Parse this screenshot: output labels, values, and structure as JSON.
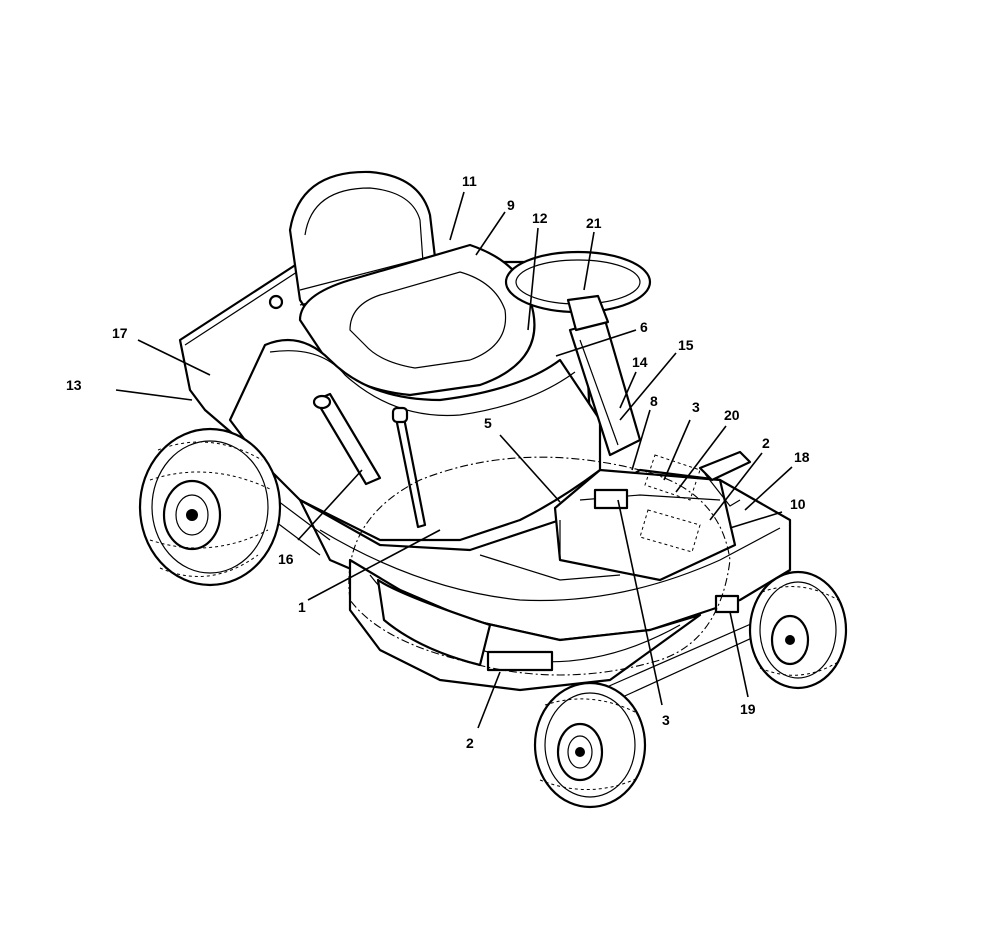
{
  "diagram": {
    "callouts": [
      {
        "id": "c1",
        "text": "1"
      },
      {
        "id": "c2a",
        "text": "2"
      },
      {
        "id": "c2b",
        "text": "2"
      },
      {
        "id": "c3a",
        "text": "3"
      },
      {
        "id": "c3b",
        "text": "3"
      },
      {
        "id": "c5",
        "text": "5"
      },
      {
        "id": "c6",
        "text": "6"
      },
      {
        "id": "c8",
        "text": "8"
      },
      {
        "id": "c9",
        "text": "9"
      },
      {
        "id": "c10",
        "text": "10"
      },
      {
        "id": "c11",
        "text": "11"
      },
      {
        "id": "c12",
        "text": "12"
      },
      {
        "id": "c13",
        "text": "13"
      },
      {
        "id": "c14",
        "text": "14"
      },
      {
        "id": "c15",
        "text": "15"
      },
      {
        "id": "c16",
        "text": "16"
      },
      {
        "id": "c17",
        "text": "17"
      },
      {
        "id": "c18",
        "text": "18"
      },
      {
        "id": "c19",
        "text": "19"
      },
      {
        "id": "c20",
        "text": "20"
      },
      {
        "id": "c21",
        "text": "21"
      }
    ]
  }
}
